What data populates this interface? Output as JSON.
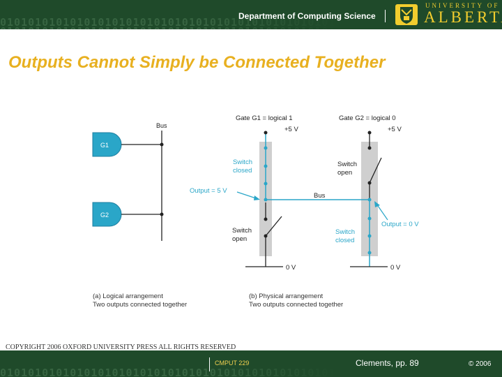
{
  "header": {
    "department": "Department of Computing Science",
    "university_small": "UNIVERSITY OF",
    "university_big": "ALBERTA",
    "binary_pattern": "0101010101010101010101010101010101010101010101010101010101010101"
  },
  "slide": {
    "title": "Outputs Cannot Simply be Connected Together"
  },
  "figure": {
    "logical": {
      "bus_label": "Bus",
      "gate1": "G1",
      "gate2": "G2",
      "caption_line1": "(a) Logical arrangement",
      "caption_line2": "Two outputs connected together"
    },
    "physical": {
      "gate1_header": "Gate G1 = logical 1",
      "gate2_header": "Gate G2 = logical 0",
      "vplus_left": "+5 V",
      "vplus_right": "+5 V",
      "switch_closed_left_1": "Switch",
      "switch_closed_left_2": "closed",
      "switch_open_right_1": "Switch",
      "switch_open_right_2": "open",
      "output_left": "Output = 5 V",
      "bus_label": "Bus",
      "output_right": "Output = 0 V",
      "switch_open_left_1": "Switch",
      "switch_open_left_2": "open",
      "switch_closed_right_1": "Switch",
      "switch_closed_right_2": "closed",
      "ground_left": "0 V",
      "ground_right": "0 V",
      "caption_line1": "(b) Physical arrangement",
      "caption_line2": "Two outputs connected together"
    }
  },
  "footer": {
    "copyright": "COPYRIGHT 2006 OXFORD UNIVERSITY PRESS ALL RIGHTS RESERVED",
    "course": "CMPUT 229",
    "reference": "Clements, pp. 89",
    "year": "© 2006"
  },
  "colors": {
    "band": "#1f4a2a",
    "title": "#e8b020",
    "diagram_accent": "#2aa6c8",
    "switch_bar": "#cfcfcf"
  }
}
